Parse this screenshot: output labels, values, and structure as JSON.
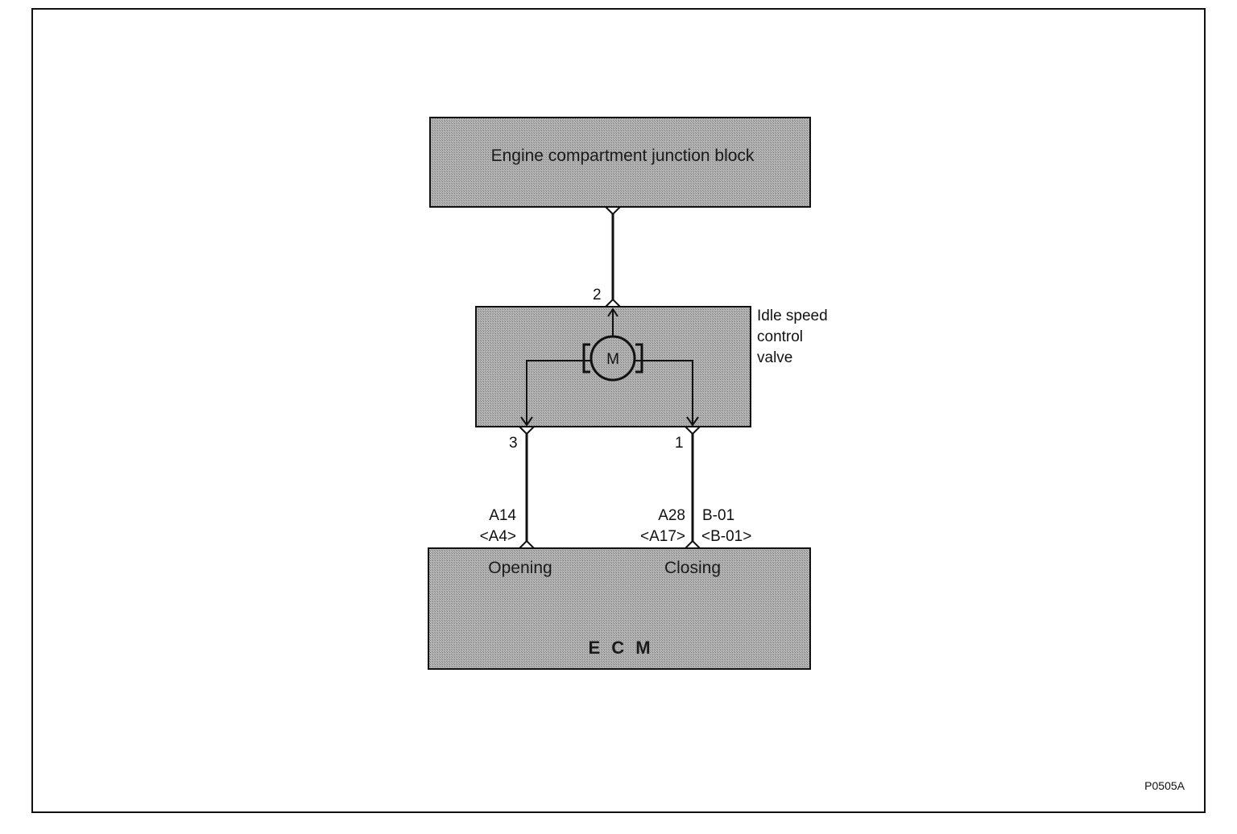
{
  "components": {
    "junction_block": {
      "title": "Engine compartment junction block"
    },
    "isc_valve": {
      "label_lines": [
        "Idle speed",
        "control",
        "valve"
      ],
      "motor_symbol": "M"
    },
    "ecm": {
      "title": "E C M",
      "opening_label": "Opening",
      "closing_label": "Closing"
    }
  },
  "pins": {
    "valve_pin_top": "2",
    "valve_pin_left": "3",
    "valve_pin_right": "1"
  },
  "ecm_terminals": {
    "opening_primary": "A14",
    "opening_alt": "<A4>",
    "closing_primary": "A28",
    "closing_alt": "<A17>",
    "closing_secondary": "B-01",
    "closing_secondary_alt": "<B-01>"
  },
  "figure_code": "P0505A",
  "colors": {
    "box_fill": "#a8a8a8",
    "line": "#111111"
  }
}
